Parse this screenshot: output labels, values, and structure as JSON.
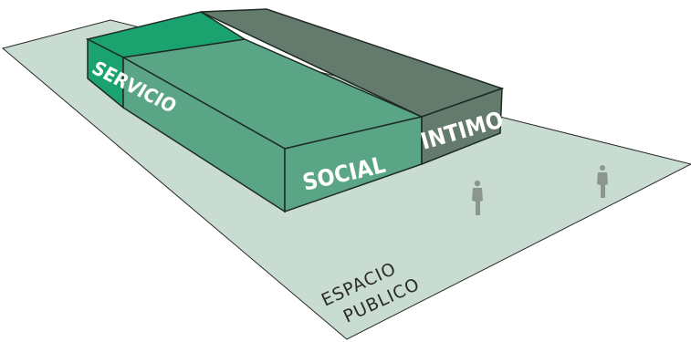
{
  "zones": {
    "servicio": "SERVICIO",
    "social": "SOCIAL",
    "intimo": "INTIMO"
  },
  "public_space": {
    "line1": "ESPACIO",
    "line2": "PUBLICO"
  },
  "colors": {
    "ground": "#c9dcd2",
    "servicio": "#1aa36f",
    "social": "#5aa585",
    "intimo": "#637a6d",
    "outline": "#222222",
    "figure": "#8c9690"
  }
}
